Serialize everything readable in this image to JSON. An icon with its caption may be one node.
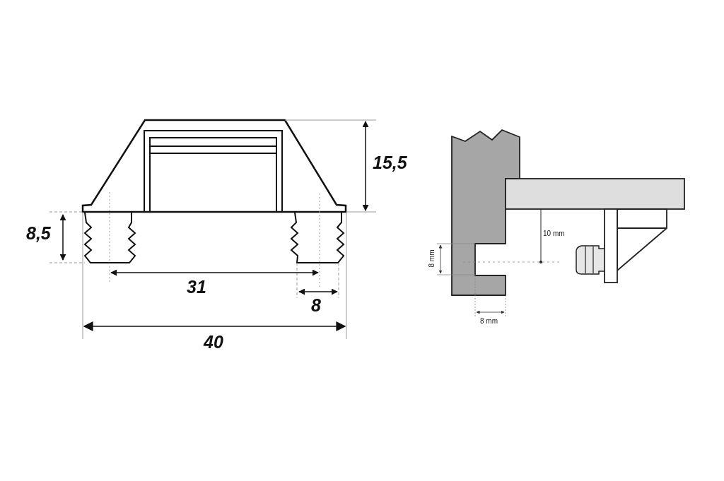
{
  "diagram": {
    "labels": [
      "15,5",
      "8,5",
      "31",
      "8",
      "40",
      "10 mm",
      "8 mm",
      "8 mm"
    ]
  }
}
